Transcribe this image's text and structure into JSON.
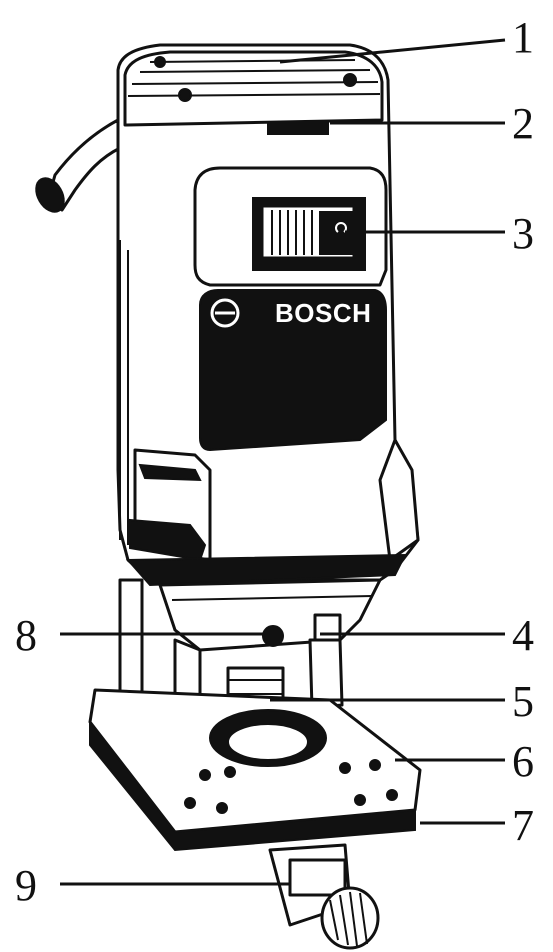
{
  "brand": {
    "logo_text": "BOSCH"
  },
  "callouts": [
    "1",
    "2",
    "3",
    "4",
    "5",
    "6",
    "7",
    "8",
    "9"
  ],
  "colors": {
    "ink": "#111111",
    "paper": "#ffffff"
  }
}
